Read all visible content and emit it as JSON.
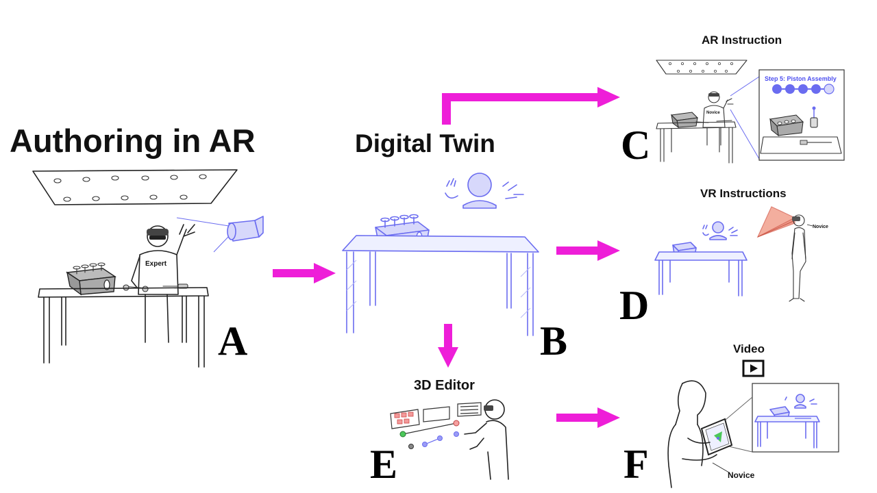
{
  "titles": {
    "authoring": "Authoring in AR",
    "digital_twin": "Digital Twin",
    "ar_instruction": "AR Instruction",
    "vr_instructions": "VR Instructions",
    "editor": "3D Editor",
    "video": "Video"
  },
  "letters": {
    "a": "A",
    "b": "B",
    "c": "C",
    "d": "D",
    "e": "E",
    "f": "F"
  },
  "labels": {
    "expert": "Expert",
    "novice_ar": "Novice",
    "novice_vr": "Novice",
    "novice_video": "Novice",
    "step_title": "Step 5: Piston Assembly"
  },
  "step_progress": {
    "completed": 4,
    "total": 5
  },
  "colors": {
    "arrow": "#ee1ed8",
    "twin_blue": "#6a6cf0",
    "twin_fill": "#d7d8fb",
    "vr_frustum": "#f2a08e"
  }
}
